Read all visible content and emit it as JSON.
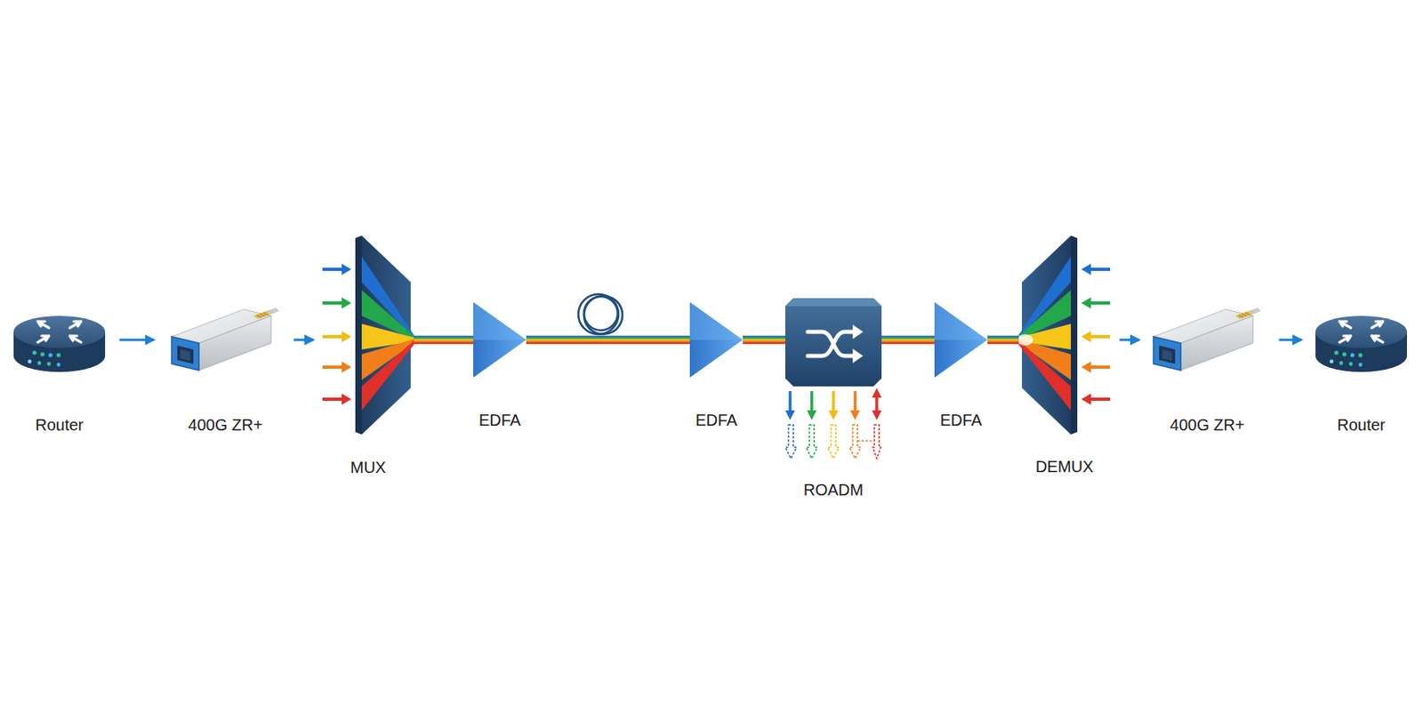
{
  "diagram": {
    "nodes": [
      {
        "text": [
          "Router"
        ]
      },
      {
        "text": [
          "400G ZR+"
        ]
      },
      {
        "text": [
          "MUX"
        ]
      },
      {
        "text": [
          "EDFA"
        ]
      },
      {
        "text": [
          "EDFA"
        ]
      },
      {
        "text": [
          "ROADM"
        ]
      },
      {
        "text": [
          "EDFA"
        ]
      },
      {
        "text": [
          "DEMUX"
        ]
      },
      {
        "text": [
          "400G ZR+"
        ]
      },
      {
        "text": [
          "Router"
        ]
      }
    ],
    "edges": [
      {
        "from": 0,
        "to": 1,
        "arrow": "to"
      },
      {
        "from": 1,
        "to": 2,
        "arrow": "to"
      },
      {
        "from": 2,
        "to": 3,
        "arrow": "none"
      },
      {
        "from": 3,
        "to": 4,
        "arrow": "none"
      },
      {
        "from": 4,
        "to": 5,
        "arrow": "none"
      },
      {
        "from": 5,
        "to": 6,
        "arrow": "none"
      },
      {
        "from": 6,
        "to": 7,
        "arrow": "none"
      },
      {
        "from": 7,
        "to": 8,
        "arrow": "to"
      },
      {
        "from": 8,
        "to": 9,
        "arrow": "to"
      }
    ]
  }
}
